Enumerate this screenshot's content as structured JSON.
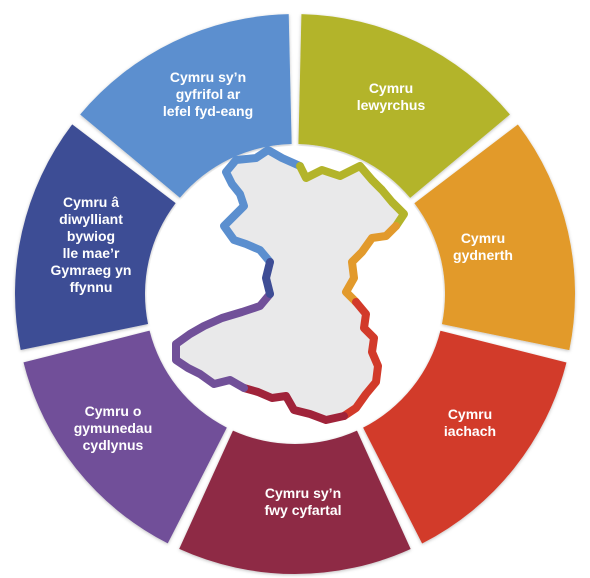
{
  "segments": [
    {
      "id": "globally-responsible",
      "label": "Cymru sy’n\ngyfrifol ar\nlefel fyd-eang",
      "color": "#5b8fcf"
    },
    {
      "id": "prosperous",
      "label": "Cymru\nlewyrchus",
      "color": "#b3b42a"
    },
    {
      "id": "resilient",
      "label": "Cymru\ngydnerth",
      "color": "#e29a2c"
    },
    {
      "id": "healthier",
      "label": "Cymru\niachach",
      "color": "#d23a2a"
    },
    {
      "id": "more-equal",
      "label": "Cymru sy’n\nfwy cyfartal",
      "color": "#8e2b45"
    },
    {
      "id": "cohesive-communities",
      "label": "Cymru o\ngymunedau\ncydlynus",
      "color": "#715099"
    },
    {
      "id": "vibrant-culture",
      "label": "Cymru â\ndiwylliant\nbywiog\nlle mae’r\nGymraeg yn\nffynnu",
      "color": "#3e4d95"
    }
  ],
  "centre_map": {
    "name": "wales-map",
    "fill": "#e9e9ea"
  }
}
